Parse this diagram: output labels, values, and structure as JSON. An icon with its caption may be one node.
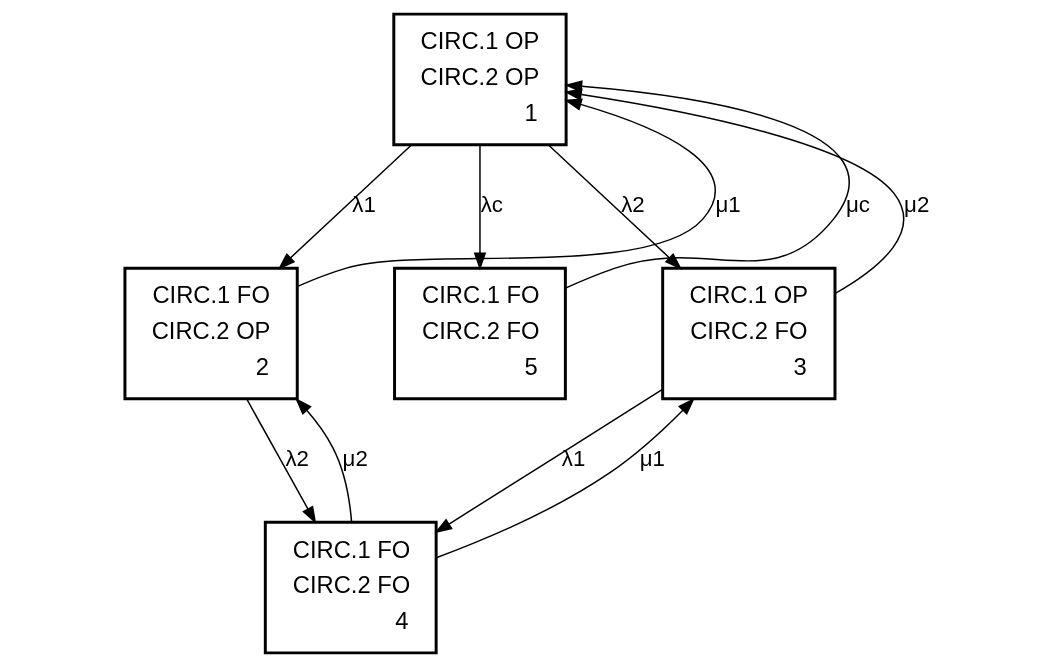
{
  "diagram": {
    "nodes": [
      {
        "text": [
          "CIRC.1 OP",
          "CIRC.2 OP",
          "1"
        ]
      },
      {
        "text": [
          "CIRC.1 FO",
          "CIRC.2 OP",
          "2"
        ]
      },
      {
        "text": [
          "CIRC.1 FO",
          "CIRC.2 FO",
          "5"
        ]
      },
      {
        "text": [
          "CIRC.1 OP",
          "CIRC.2 FO",
          "3"
        ]
      },
      {
        "text": [
          "CIRC.1 FO",
          "CIRC.2 FO",
          "4"
        ]
      }
    ],
    "edges": [
      {
        "from": 0,
        "to": 1,
        "arrow": "to",
        "label": "λ1"
      },
      {
        "from": 1,
        "to": 0,
        "arrow": "to",
        "label": "μ1"
      },
      {
        "from": 0,
        "to": 2,
        "arrow": "to",
        "label": "λc"
      },
      {
        "from": 2,
        "to": 0,
        "arrow": "to",
        "label": "μc"
      },
      {
        "from": 0,
        "to": 3,
        "arrow": "to",
        "label": "λ2"
      },
      {
        "from": 3,
        "to": 0,
        "arrow": "to",
        "label": "μ2"
      },
      {
        "from": 1,
        "to": 4,
        "arrow": "to",
        "label": "λ2"
      },
      {
        "from": 4,
        "to": 1,
        "arrow": "to",
        "label": "μ2"
      },
      {
        "from": 3,
        "to": 4,
        "arrow": "to",
        "label": "λ1"
      },
      {
        "from": 4,
        "to": 3,
        "arrow": "to",
        "label": "μ1"
      }
    ]
  }
}
